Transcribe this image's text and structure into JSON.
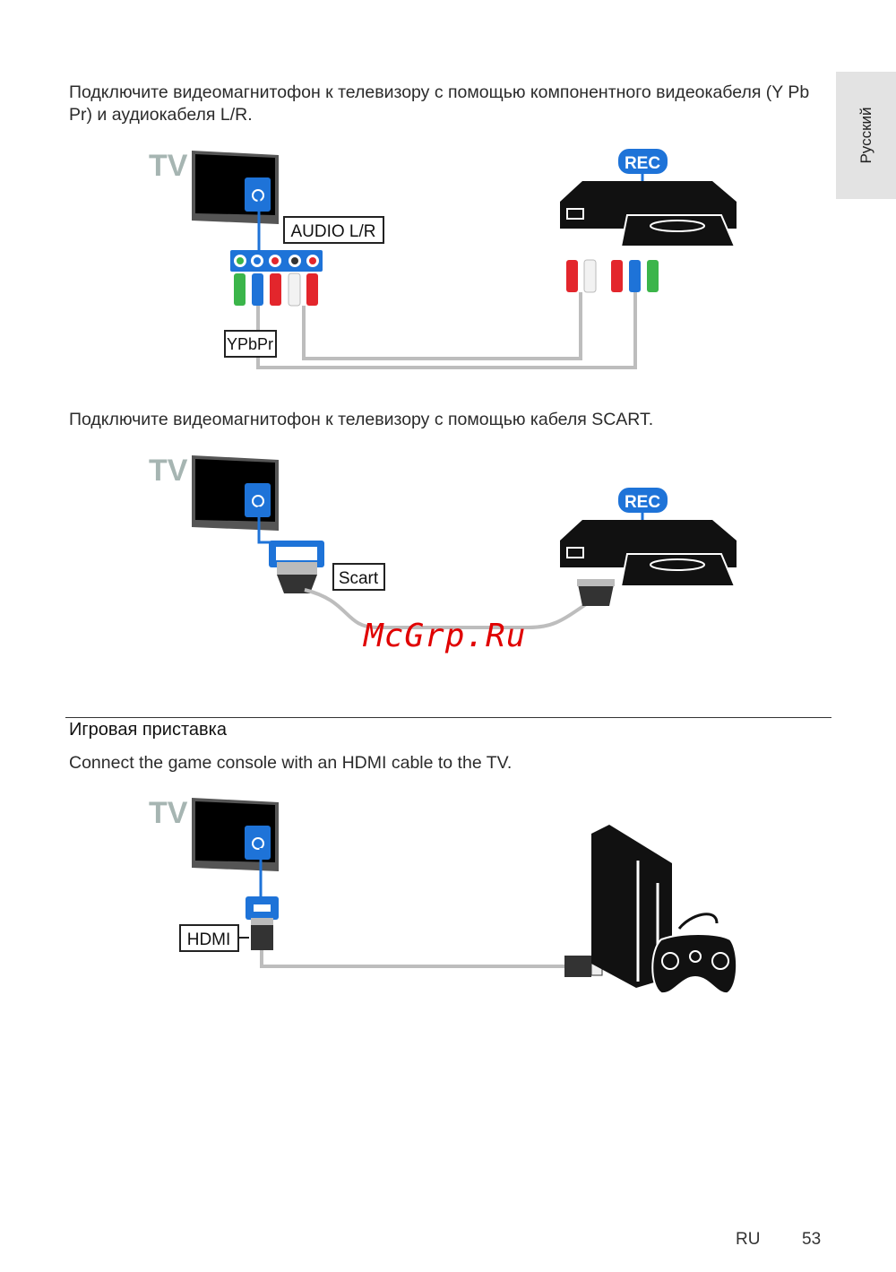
{
  "side_tab": "Русский",
  "section1": {
    "paragraph1": "Подключите видеомагнитофон к телевизору с помощью компонентного видеокабеля (Y Pb Pr) и аудиокабеля L/R.",
    "diagram1": {
      "tv_label": "TV",
      "rec_label": "REC",
      "audio_label": "AUDIO L/R",
      "video_label": "YPbPr"
    },
    "paragraph2": "Подключите видеомагнитофон к телевизору с помощью кабеля SCART.",
    "diagram2": {
      "tv_label": "TV",
      "rec_label": "REC",
      "scart_label": "Scart"
    }
  },
  "watermark": "McGrp.Ru",
  "section2": {
    "title": "Игровая приставка",
    "paragraph": "Connect the game console with an HDMI cable to the TV.",
    "diagram3": {
      "tv_label": "TV",
      "hdmi_label": "HDMI"
    }
  },
  "footer": {
    "lang": "RU",
    "page": "53"
  },
  "colors": {
    "blue": "#1e73d8",
    "green": "#3bb54a",
    "red": "#e3262c",
    "gray": "#bdbdbd",
    "tv_label": "#a6b5b2"
  }
}
